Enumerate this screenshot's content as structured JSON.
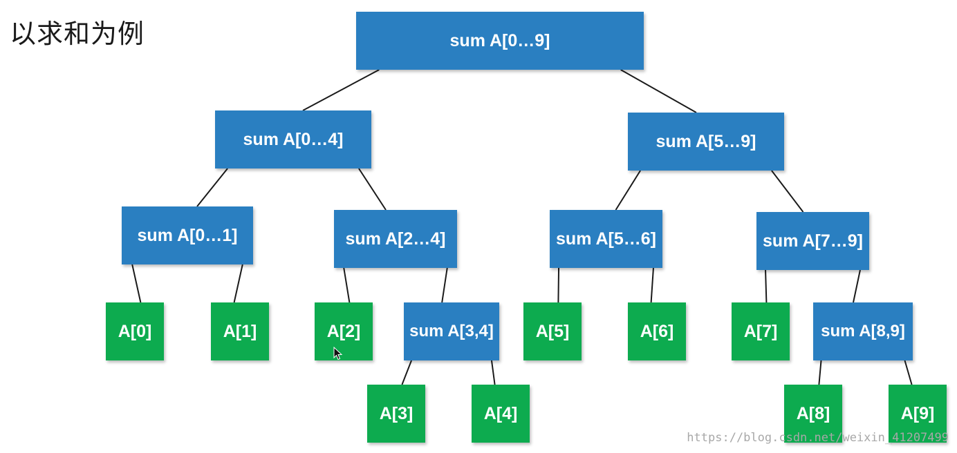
{
  "title": "以求和为例",
  "watermark": "https://blog.csdn.net/weixin_41207499",
  "colors": {
    "internal_node": "#2a7fc1",
    "leaf_node": "#0dab4f",
    "edge": "#1a1a1a"
  },
  "nodes": [
    {
      "id": "n0_9",
      "label": "sum A[0…9]",
      "kind": "sum"
    },
    {
      "id": "n0_4",
      "label": "sum A[0…4]",
      "kind": "sum"
    },
    {
      "id": "n5_9",
      "label": "sum A[5…9]",
      "kind": "sum"
    },
    {
      "id": "n0_1",
      "label": "sum A[0…1]",
      "kind": "sum"
    },
    {
      "id": "n2_4",
      "label": "sum A[2…4]",
      "kind": "sum"
    },
    {
      "id": "n5_6",
      "label": "sum A[5…6]",
      "kind": "sum"
    },
    {
      "id": "n7_9",
      "label": "sum A[7…9]",
      "kind": "sum"
    },
    {
      "id": "a0",
      "label": "A[0]",
      "kind": "leaf"
    },
    {
      "id": "a1",
      "label": "A[1]",
      "kind": "leaf"
    },
    {
      "id": "a2",
      "label": "A[2]",
      "kind": "leaf"
    },
    {
      "id": "n3_4",
      "label": "sum A[3,4]",
      "kind": "sum"
    },
    {
      "id": "a5",
      "label": "A[5]",
      "kind": "leaf"
    },
    {
      "id": "a6",
      "label": "A[6]",
      "kind": "leaf"
    },
    {
      "id": "a7",
      "label": "A[7]",
      "kind": "leaf"
    },
    {
      "id": "n8_9",
      "label": "sum A[8,9]",
      "kind": "sum"
    },
    {
      "id": "a3",
      "label": "A[3]",
      "kind": "leaf"
    },
    {
      "id": "a4",
      "label": "A[4]",
      "kind": "leaf"
    },
    {
      "id": "a8",
      "label": "A[8]",
      "kind": "leaf"
    },
    {
      "id": "a9",
      "label": "A[9]",
      "kind": "leaf"
    }
  ],
  "edges": [
    [
      "n0_9",
      "n0_4"
    ],
    [
      "n0_9",
      "n5_9"
    ],
    [
      "n0_4",
      "n0_1"
    ],
    [
      "n0_4",
      "n2_4"
    ],
    [
      "n5_9",
      "n5_6"
    ],
    [
      "n5_9",
      "n7_9"
    ],
    [
      "n0_1",
      "a0"
    ],
    [
      "n0_1",
      "a1"
    ],
    [
      "n2_4",
      "a2"
    ],
    [
      "n2_4",
      "n3_4"
    ],
    [
      "n5_6",
      "a5"
    ],
    [
      "n5_6",
      "a6"
    ],
    [
      "n7_9",
      "a7"
    ],
    [
      "n7_9",
      "n8_9"
    ],
    [
      "n3_4",
      "a3"
    ],
    [
      "n3_4",
      "a4"
    ],
    [
      "n8_9",
      "a8"
    ],
    [
      "n8_9",
      "a9"
    ]
  ]
}
